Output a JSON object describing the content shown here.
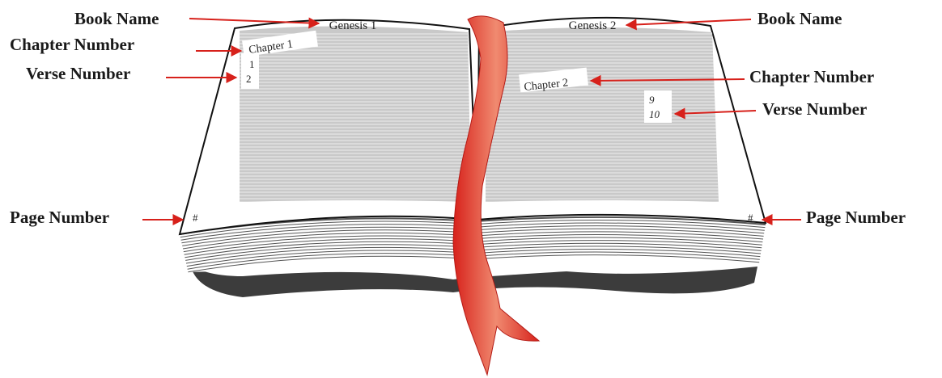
{
  "colors": {
    "ribbon": "#d7211b",
    "ribbon_highlight": "#f08a70",
    "arrow": "#d7211b",
    "text_block": "#c9c9c9",
    "text_line": "#ededed",
    "page_stack_shadow": "#3c3c3c"
  },
  "left_page": {
    "book_name": "Genesis 1",
    "chapter": "Chapter 1",
    "verses": [
      "1",
      "2"
    ],
    "page_number": "#"
  },
  "right_page": {
    "book_name": "Genesis 2",
    "chapter": "Chapter 2",
    "verses": [
      "9",
      "10"
    ],
    "page_number": "#"
  },
  "labels": {
    "left": {
      "book_name": "Book Name",
      "chapter_number": "Chapter Number",
      "verse_number": "Verse Number",
      "page_number": "Page Number"
    },
    "right": {
      "book_name": "Book Name",
      "chapter_number": "Chapter Number",
      "verse_number": "Verse Number",
      "page_number": "Page Number"
    }
  },
  "icons": {
    "ribbon": "bookmark-ribbon-icon",
    "arrow": "red-arrow-icon"
  }
}
